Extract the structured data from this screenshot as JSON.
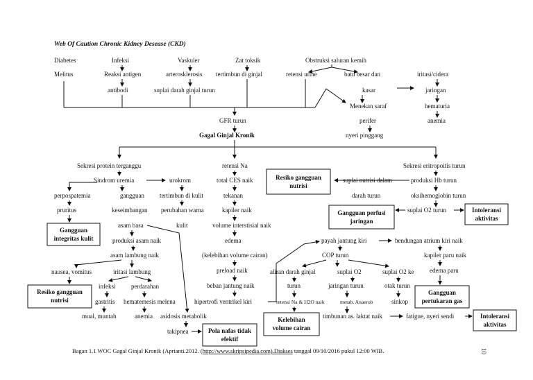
{
  "title": "Web Of Caution Chronic Kidney Desease (CKD)",
  "causes": {
    "diabetes": "Diabetes",
    "melitus": "Melitus",
    "infeksi": "Infeksi",
    "reaksi_antigen": "Reaksi antigen",
    "antibodi": "antibodi",
    "vaskuler": "Vaskuler",
    "arterosklerosis": "arterosklerosis",
    "suplai_darah_ginjal": "suplai darah ginjal turun",
    "zat_toksik": "Zat toksik",
    "tertimbun_ginjal": "tertimbun di ginjal",
    "obstruksi": "Obstruksi saluran kemih",
    "retensi_urine": "retensi urine",
    "batu_besar": "batu besar dan",
    "kasar": "kasar",
    "menekan_saraf": "Menekan saraf",
    "perifer": "perifer",
    "nyeri_pinggang": "nyeri pinggang",
    "iritasi_cidera": "iritasi/cidera",
    "jaringan": "jaringan",
    "hematuria": "hematuria",
    "anemia": "anemia"
  },
  "core": {
    "gfr_turun": "GFR turun",
    "ggk": "Gagal Ginjal Kronik"
  },
  "left_branch": {
    "sekresi_protein": "Sekresi protein terganggu",
    "sindrom_uremia": "Sindrom uremia",
    "urokrom": "urokrom",
    "perpospatemia": "perpospatemia",
    "gangguan": "gangguan",
    "tertimbun_kulit": "tertimbun di kulit",
    "pruritus": "pruritus",
    "keseimbangan": "keseimbangan",
    "perubahan_warna": "perubahan warna",
    "kulit": "kulit",
    "asam_basa": "asam basa",
    "produksi_asam": "produksi asam naik",
    "asam_lambung": "asam lambung naik",
    "nausea": "nausea, vomitus",
    "iritasi_lambung": "iritasi lambung",
    "infeksi": "infeksi",
    "perdarahan": "perdarahan",
    "gastritis": "gastritis",
    "hematemesis": "hematemesis melena",
    "mual_muntah": "mual, muntah",
    "anemia": "anemia",
    "asidosis": "asidosis metabolik",
    "takipnea": "takipnea"
  },
  "middle_branch": {
    "retensi_na": "retensi Na",
    "total_ces": "total CES naik",
    "tekanan": "tekanan",
    "kapiler_naik": "kapiler naik",
    "volume_interstisial": "volume interstisial naik",
    "edema": "edema",
    "kelebihan_volume": "(kelebihan volume cairan)",
    "preload": "preload naik",
    "beban_jantung": "beban jantung naik",
    "hipertrofi": "hipertrofi ventrikel kiri"
  },
  "right_branch": {
    "sekresi_eritropoitis": "Sekresi eritropoitis turun",
    "suplai_nutrisi": "suplai nutrisi dalam",
    "darah_turun": "darah turun",
    "produksi_hb": "produksi Hb turun",
    "oksihemoglobin": "oksihemoglobin turun",
    "suplai_o2_turun": "suplai O2 turun",
    "payah_jantung": "payah jantung kiri",
    "bendungan_atrium": "bendungan atrium kiri naik",
    "kapiler_paru": "kapiler paru naik",
    "edema_paru": "edema paru",
    "cop_turun": "COP turun",
    "aliran_darah": "aliran darah ginjal",
    "turun": "turun",
    "retensi_na_h2o": "retensi Na & H2O  naik",
    "suplai_o2": "suplai O2",
    "jaringan_turun": "jaringan turun",
    "metab_anaerob": "metab. Anaerob",
    "suplai_o2_ke": "suplai O2 ke",
    "otak_turun": "otak turun",
    "sinkop": "sinkop",
    "timbunan_laktat": "timbunan as. laktat naik",
    "fatigue": "fatigue, nyeri sendi"
  },
  "diagnoses": {
    "resiko_nutrisi_top_1": "Resiko gangguan",
    "resiko_nutrisi_top_2": "nutrisi",
    "perfusi_1": "Gangguan perfusi",
    "perfusi_2": "jaringan",
    "intoleransi_top_1": "Intoleransi",
    "intoleransi_top_2": "aktivitas",
    "integritas_1": "Gangguan",
    "integritas_2": "integritas kulit",
    "resiko_nutrisi_low_1": "Resiko gangguan",
    "resiko_nutrisi_low_2": "nutrisi",
    "pola_nafas_1": "Pola nafas tidak",
    "pola_nafas_2": "efektif",
    "kelebihan_1": "Kelebihan",
    "kelebihan_2": "volume cairan",
    "pertukaran_1": "Gangguan",
    "pertukaran_2": "pertukaran gas",
    "intoleransi_low_1": "Intoleransi",
    "intoleransi_low_2": "aktivitas"
  },
  "caption": {
    "prefix": "Bagan 1.1 WOC Gagal Ginjal Kronik (Aprianti.2012. (",
    "link": "http://www.skripsipedia.com).Diakses",
    "suffix": " tanggal 09/10/2016 pukul 12:00 WIB."
  },
  "page_number": "10"
}
